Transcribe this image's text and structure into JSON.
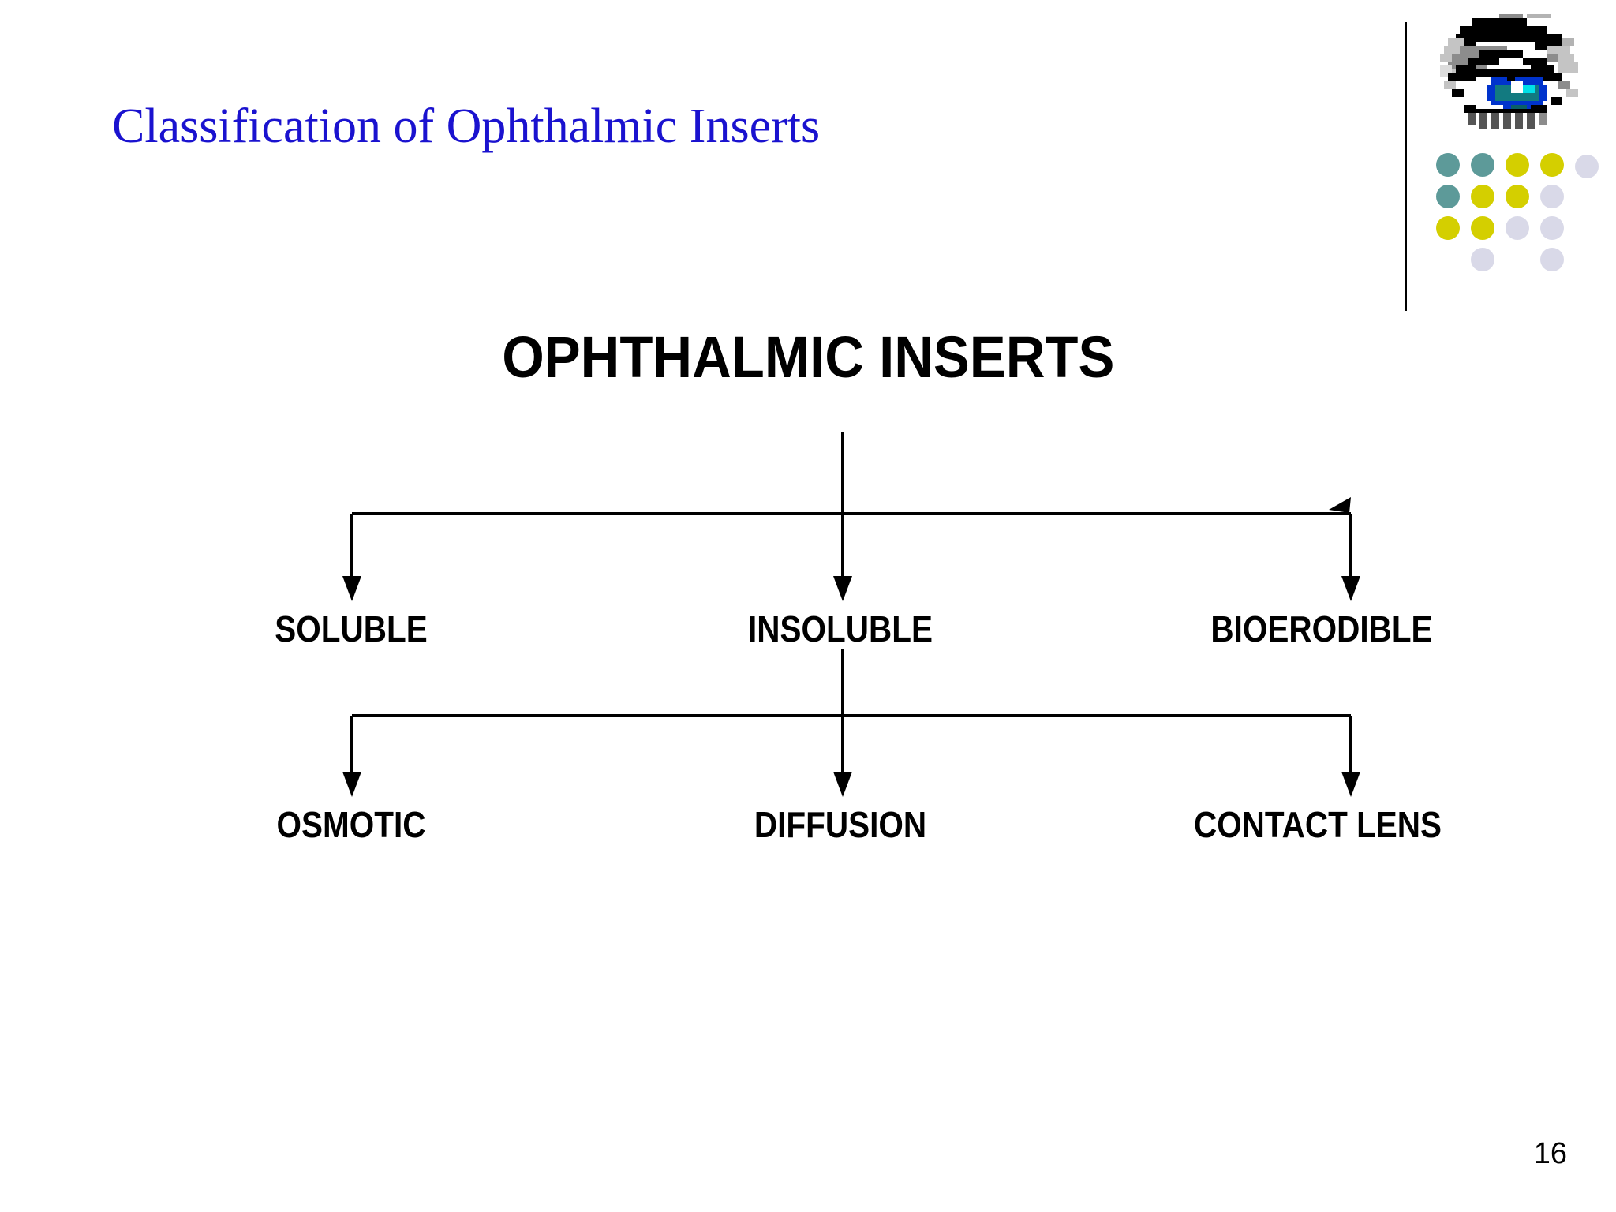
{
  "slide": {
    "title": "Classification of Ophthalmic Inserts",
    "page_number": "16",
    "background_color": "#ffffff",
    "title_color": "#1a12cf"
  },
  "logo": {
    "name": "eye-logo",
    "eye_icon": "pixelated-eye-icon",
    "rule_color": "#000000",
    "colors": {
      "teal": "#5d9a99",
      "yellow": "#d4cf00",
      "lavender": "#d9d9e8"
    },
    "dot_grid": [
      [
        "teal",
        "teal",
        "yellow",
        "yellow",
        "lavender"
      ],
      [
        "teal",
        "yellow",
        "yellow",
        "lavender",
        ""
      ],
      [
        "yellow",
        "yellow",
        "lavender",
        "lavender",
        ""
      ],
      [
        "",
        "lavender",
        "",
        "lavender",
        ""
      ]
    ]
  },
  "chart_data": {
    "type": "diagram",
    "diagram_kind": "hierarchy-flowchart",
    "title": "OPHTHALMIC INSERTS",
    "root": "OPHTHALMIC INSERTS",
    "levels": [
      {
        "level": 1,
        "parent": "OPHTHALMIC INSERTS",
        "nodes": [
          "SOLUBLE",
          "INSOLUBLE",
          "BIOERODIBLE"
        ]
      },
      {
        "level": 2,
        "parent": "INSOLUBLE",
        "nodes": [
          "OSMOTIC",
          "DIFFUSION",
          "CONTACT LENS"
        ]
      }
    ],
    "edge_color": "#000000",
    "text_color": "#000000"
  },
  "diagram": {
    "root_label": "OPHTHALMIC INSERTS",
    "level1": {
      "soluble": "SOLUBLE",
      "insoluble": "INSOLUBLE",
      "bioerodible": "BIOERODIBLE"
    },
    "level2": {
      "osmotic": "OSMOTIC",
      "diffusion": "DIFFUSION",
      "contact_lens": "CONTACT LENS"
    }
  }
}
